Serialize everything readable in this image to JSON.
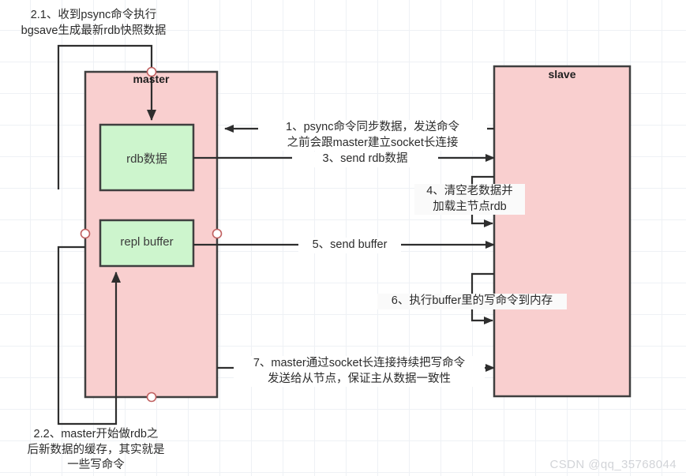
{
  "diagram": {
    "title_master": "master",
    "title_slave": "slave",
    "nodes": {
      "master": {
        "label": "master",
        "fill": "#f9cfcf",
        "stroke": "#3f3f3f"
      },
      "slave": {
        "label": "slave",
        "fill": "#f9cfcf",
        "stroke": "#3f3f3f"
      },
      "rdb": {
        "label": "rdb数据",
        "fill": "#cdf5cd",
        "stroke": "#3f3f3f"
      },
      "repl_buffer": {
        "label": "repl buffer",
        "fill": "#cdf5cd",
        "stroke": "#3f3f3f"
      }
    },
    "annotations": {
      "step_2_1": "2.1、收到psync命令执行\nbgsave生成最新rdb快照数据",
      "step_1": "1、psync命令同步数据，发送命令\n之前会跟master建立socket长连接",
      "step_3": "3、send rdb数据",
      "step_4": "4、清空老数据并\n加载主节点rdb",
      "step_5": "5、send buffer",
      "step_6": "6、执行buffer里的写命令到内存",
      "step_7": "7、master通过socket长连接持续把写命令\n发送给从节点，保证主从数据一致性",
      "step_2_2": "2.2、master开始做rdb之\n后新数据的缓存，其实就是\n一些写命令"
    },
    "watermark": "CSDN @qq_35768044",
    "colors": {
      "grid": "#eef1f5",
      "line": "#3f3f3f",
      "connector_dot_stroke": "#c06060",
      "node_pink": "#f9cfcf",
      "node_green": "#cdf5cd"
    }
  }
}
